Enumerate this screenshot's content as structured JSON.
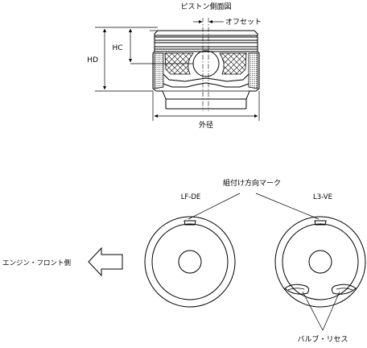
{
  "side_view": {
    "title": "ピストン側面図",
    "offset_label": "オフセット",
    "hc_label": "HC",
    "hd_label": "HD",
    "diameter_label": "外径"
  },
  "top_view": {
    "assembly_mark_label": "組付け方向マーク",
    "piston_left_label": "LF-DE",
    "piston_right_label": "L3-VE",
    "engine_front_label": "エンジン・フロント側",
    "valve_recess_label": "バルブ・リセス"
  }
}
